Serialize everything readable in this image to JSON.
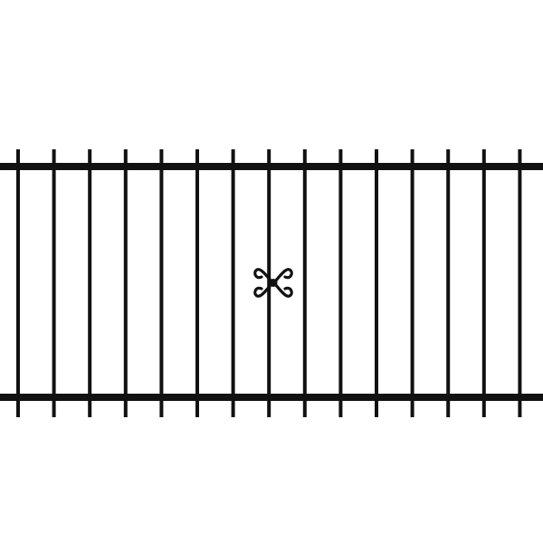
{
  "scene": {
    "subject": "fence-panel",
    "background_color": "#ffffff",
    "metal_color": "#111111",
    "picket_count": 15,
    "rail_count": 2,
    "ornament": "scroll-ornament-icon"
  }
}
